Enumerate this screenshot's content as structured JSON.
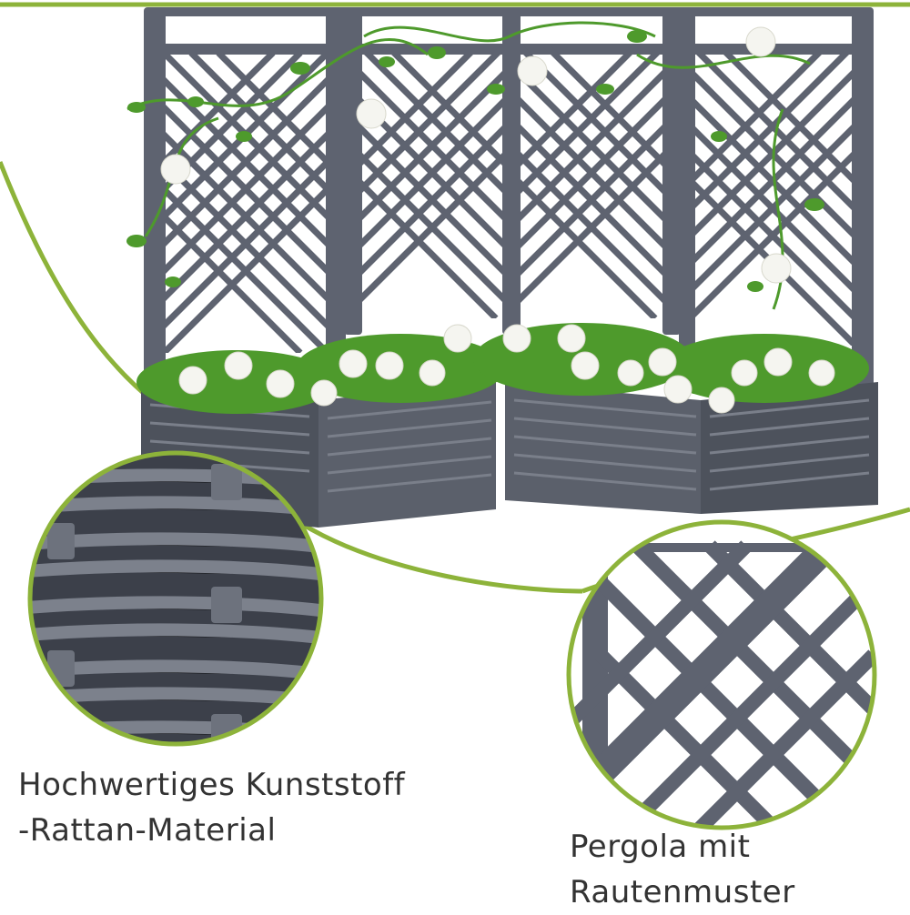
{
  "colors": {
    "accent_green": "#8db33a",
    "frame_gray": "#5e6370",
    "frame_dark": "#3f434d",
    "leaf_green": "#4e9a2c",
    "flower_white": "#f5f5f0",
    "text": "#333333"
  },
  "captions": {
    "rattan_line1": "Hochwertiges Kunststoff",
    "rattan_line2": "-Rattan-Material",
    "pergola_line1": "Pergola mit",
    "pergola_line2": "Rautenmuster"
  },
  "icons": [
    "rattan-weave-detail",
    "lattice-detail"
  ]
}
